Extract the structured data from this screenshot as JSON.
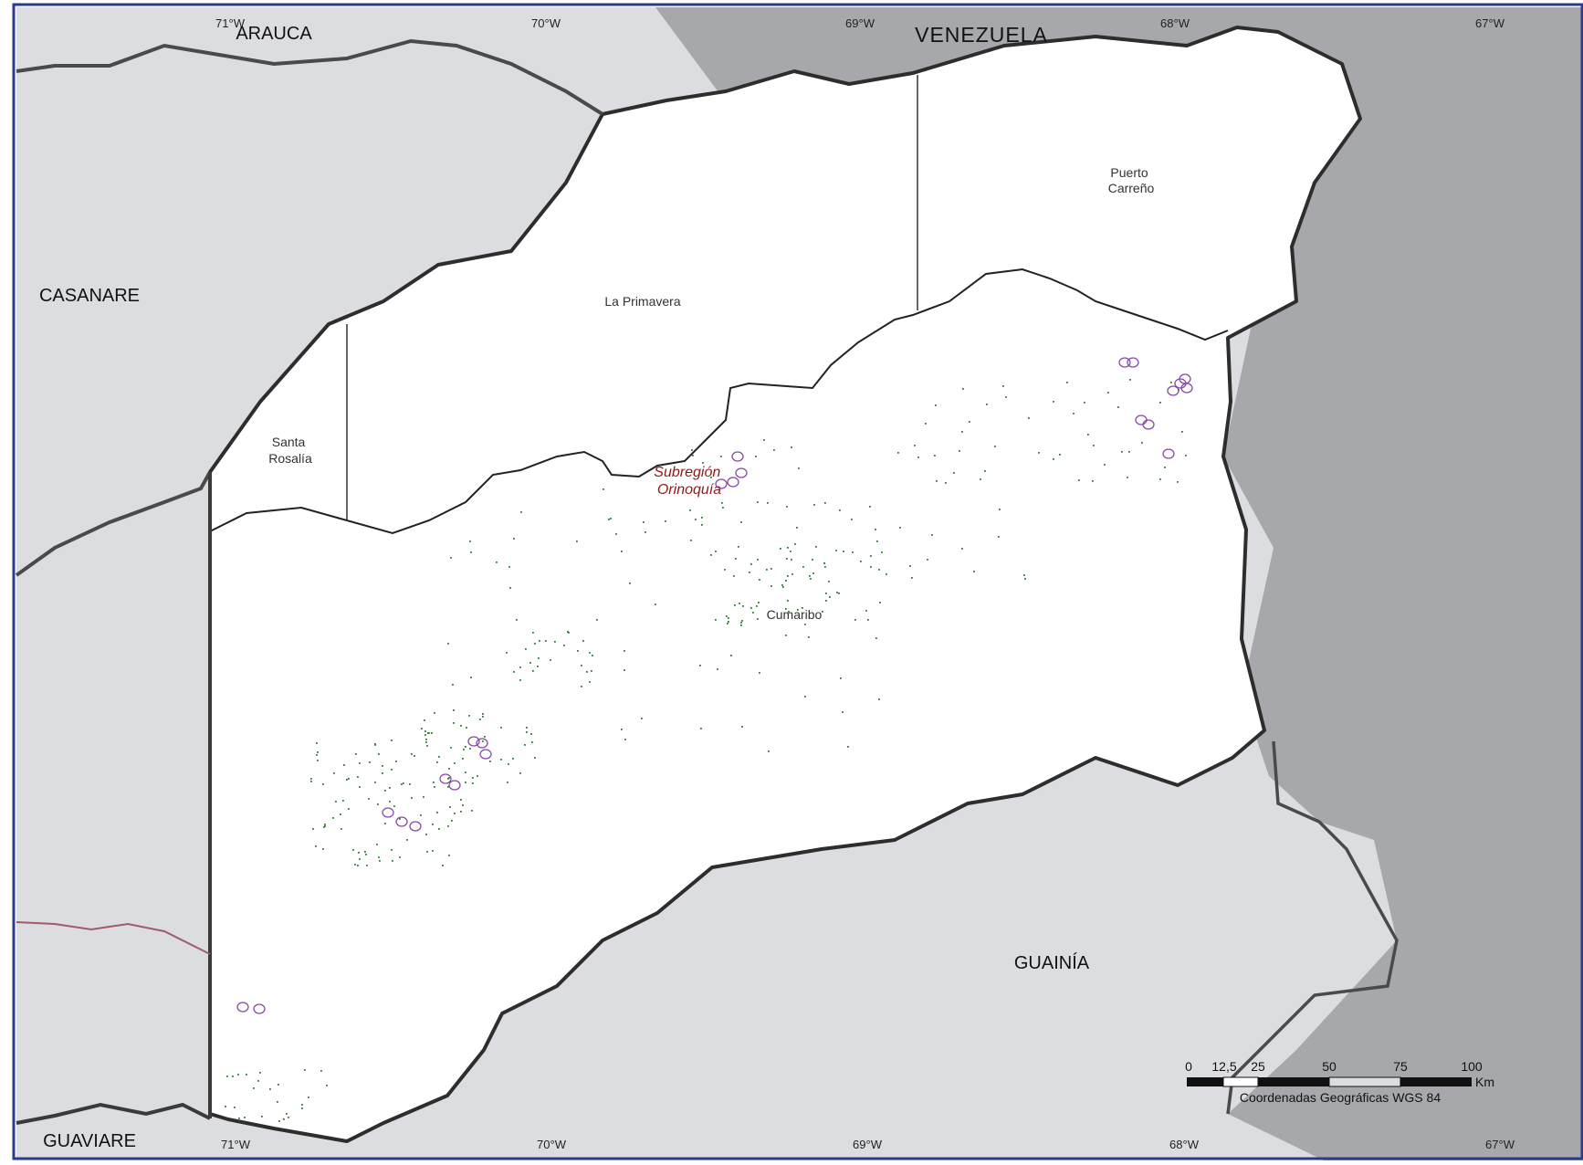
{
  "map": {
    "country_label": "VENEZUELA",
    "departments": [
      "ARAUCA",
      "CASANARE",
      "GUAINÍA",
      "GUAVIARE"
    ],
    "municipalities": [
      "Puerto Carreño",
      "La Primavera",
      "Santa Rosalía",
      "Cumaribo"
    ],
    "municipality_lines": {
      "puerto_carreno": [
        "Puerto",
        "Carreño"
      ],
      "la_primavera": [
        "La Primavera"
      ],
      "santa_rosalia": [
        "Santa",
        "Rosalía"
      ],
      "cumaribo": [
        "Cumaribo"
      ]
    },
    "subregion_lines": [
      "Subregión",
      "Orinoquía"
    ],
    "longitude_ticks": [
      "71°W",
      "70°W",
      "69°W",
      "68°W",
      "67°W"
    ],
    "scale": {
      "labels": [
        "0",
        "12,5",
        "25",
        "50",
        "75",
        "100"
      ],
      "unit": "Km",
      "crs": "Coordenadas Geográficas WGS 84"
    },
    "colors": {
      "neighbor_department": "#dcdde0",
      "foreign_country": "#a6a8ac",
      "study_area": "#ffffff",
      "frame": "#2a3a8c",
      "boundary": "#3a3a3a",
      "subregion_label": "#8b1a1a",
      "vegetation_dots": "#2e7d32",
      "purple_markers": "#8b4aa8"
    }
  }
}
